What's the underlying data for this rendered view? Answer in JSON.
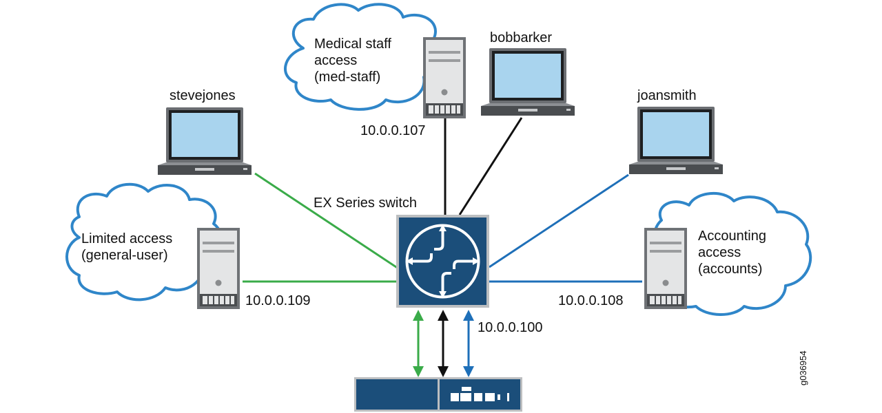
{
  "colors": {
    "green": "#3aab49",
    "blue": "#1e6fb8",
    "black": "#111111",
    "navy": "#1b4e7a",
    "cloud": "#2f86c9"
  },
  "switch": {
    "label": "EX Series switch",
    "ip": "10.0.0.100",
    "icon": "router-arrows-icon"
  },
  "users": [
    {
      "name": "stevejones",
      "icon": "laptop-icon"
    },
    {
      "name": "bobbarker",
      "icon": "laptop-icon"
    },
    {
      "name": "joansmith",
      "icon": "laptop-icon"
    }
  ],
  "servers": {
    "medical": {
      "ip": "10.0.0.107",
      "cloud_lines": [
        "Medical staff",
        "access",
        "(med-staff)"
      ],
      "icon": "server-icon"
    },
    "limited": {
      "ip": "10.0.0.109",
      "cloud_lines": [
        "Limited access",
        "(general-user)"
      ],
      "icon": "server-icon"
    },
    "accounting": {
      "ip": "10.0.0.108",
      "cloud_lines": [
        "Accounting",
        "access",
        "(accounts)"
      ],
      "icon": "server-icon"
    }
  },
  "auth_server": {
    "icon": "authentication-server-icon"
  },
  "figure_id": "g036954"
}
